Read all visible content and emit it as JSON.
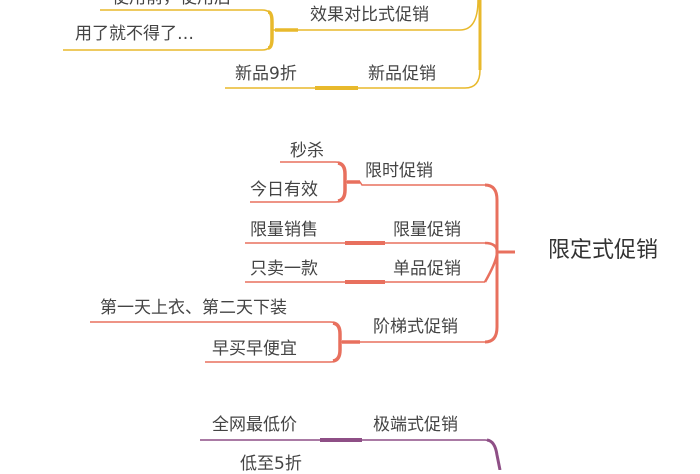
{
  "colors": {
    "yellow": "#e8b92c",
    "red": "#e8705e",
    "purple": "#8e4f86"
  },
  "branch_effect": {
    "cut_text": "使用前，使用后",
    "label": "效果对比式促销",
    "children": [
      "用了就不得了…"
    ]
  },
  "branch_new": {
    "label": "新品促销",
    "children": [
      "新品9折"
    ]
  },
  "limited": {
    "root": "限定式促销",
    "branches": [
      {
        "label": "限时促销",
        "children": [
          "秒杀",
          "今日有效"
        ]
      },
      {
        "label": "限量促销",
        "children": [
          "限量销售"
        ]
      },
      {
        "label": "单品促销",
        "children": [
          "只卖一款"
        ]
      },
      {
        "label": "阶梯式促销",
        "children": [
          "第一天上衣、第二天下装",
          "早买早便宜"
        ]
      }
    ]
  },
  "extreme": {
    "label": "极端式促销",
    "children": [
      "全网最低价",
      "低至5折"
    ]
  }
}
